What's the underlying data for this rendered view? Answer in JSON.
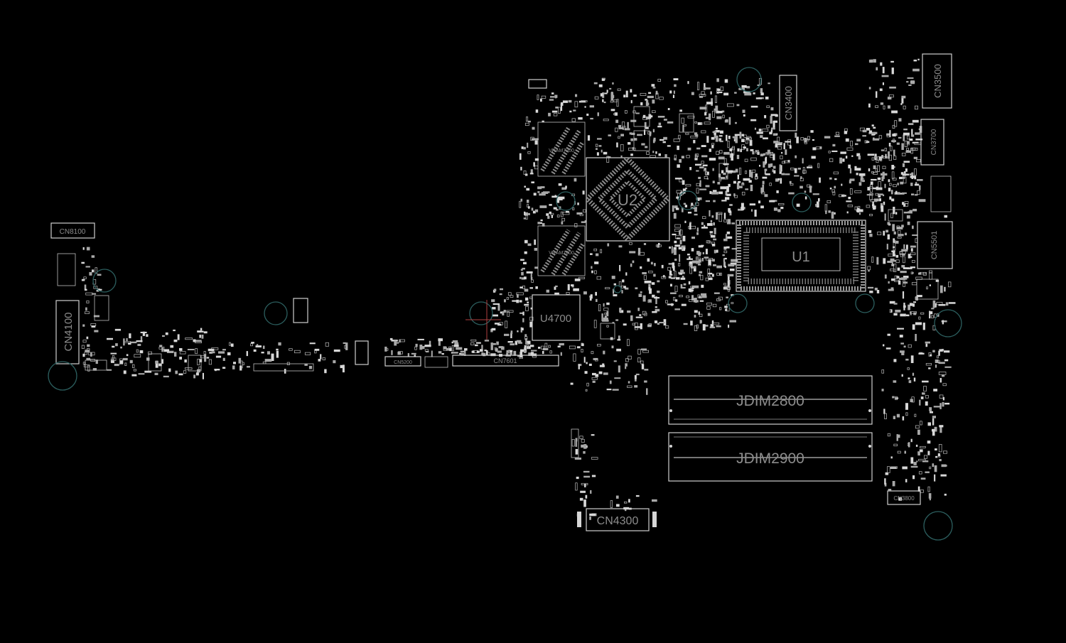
{
  "board": {
    "background": "#000000",
    "silkscreen_color": "#d6d6d6",
    "label_color": "#8c8c8c",
    "mounting_hole_color": "#2c5f5f",
    "cursor_color": "#b04040"
  },
  "labels": {
    "u1": "U1",
    "u2": "U2",
    "u4700": "U4700",
    "jdim2800": "JDIM2800",
    "jdim2900": "JDIM2900",
    "cn4300": "CN4300",
    "cn4100": "CN4100",
    "cn8100": "CN8100",
    "cn3400": "CN3400",
    "cn3500": "CN3500",
    "cn5501": "CN5501",
    "cn7601": "CN7601",
    "cn3700": "CN3700",
    "cn3800": "CN3800",
    "cn5200": "CN5200",
    "vram7200": "VRAM7200",
    "vram7000": "VRAM7000"
  }
}
